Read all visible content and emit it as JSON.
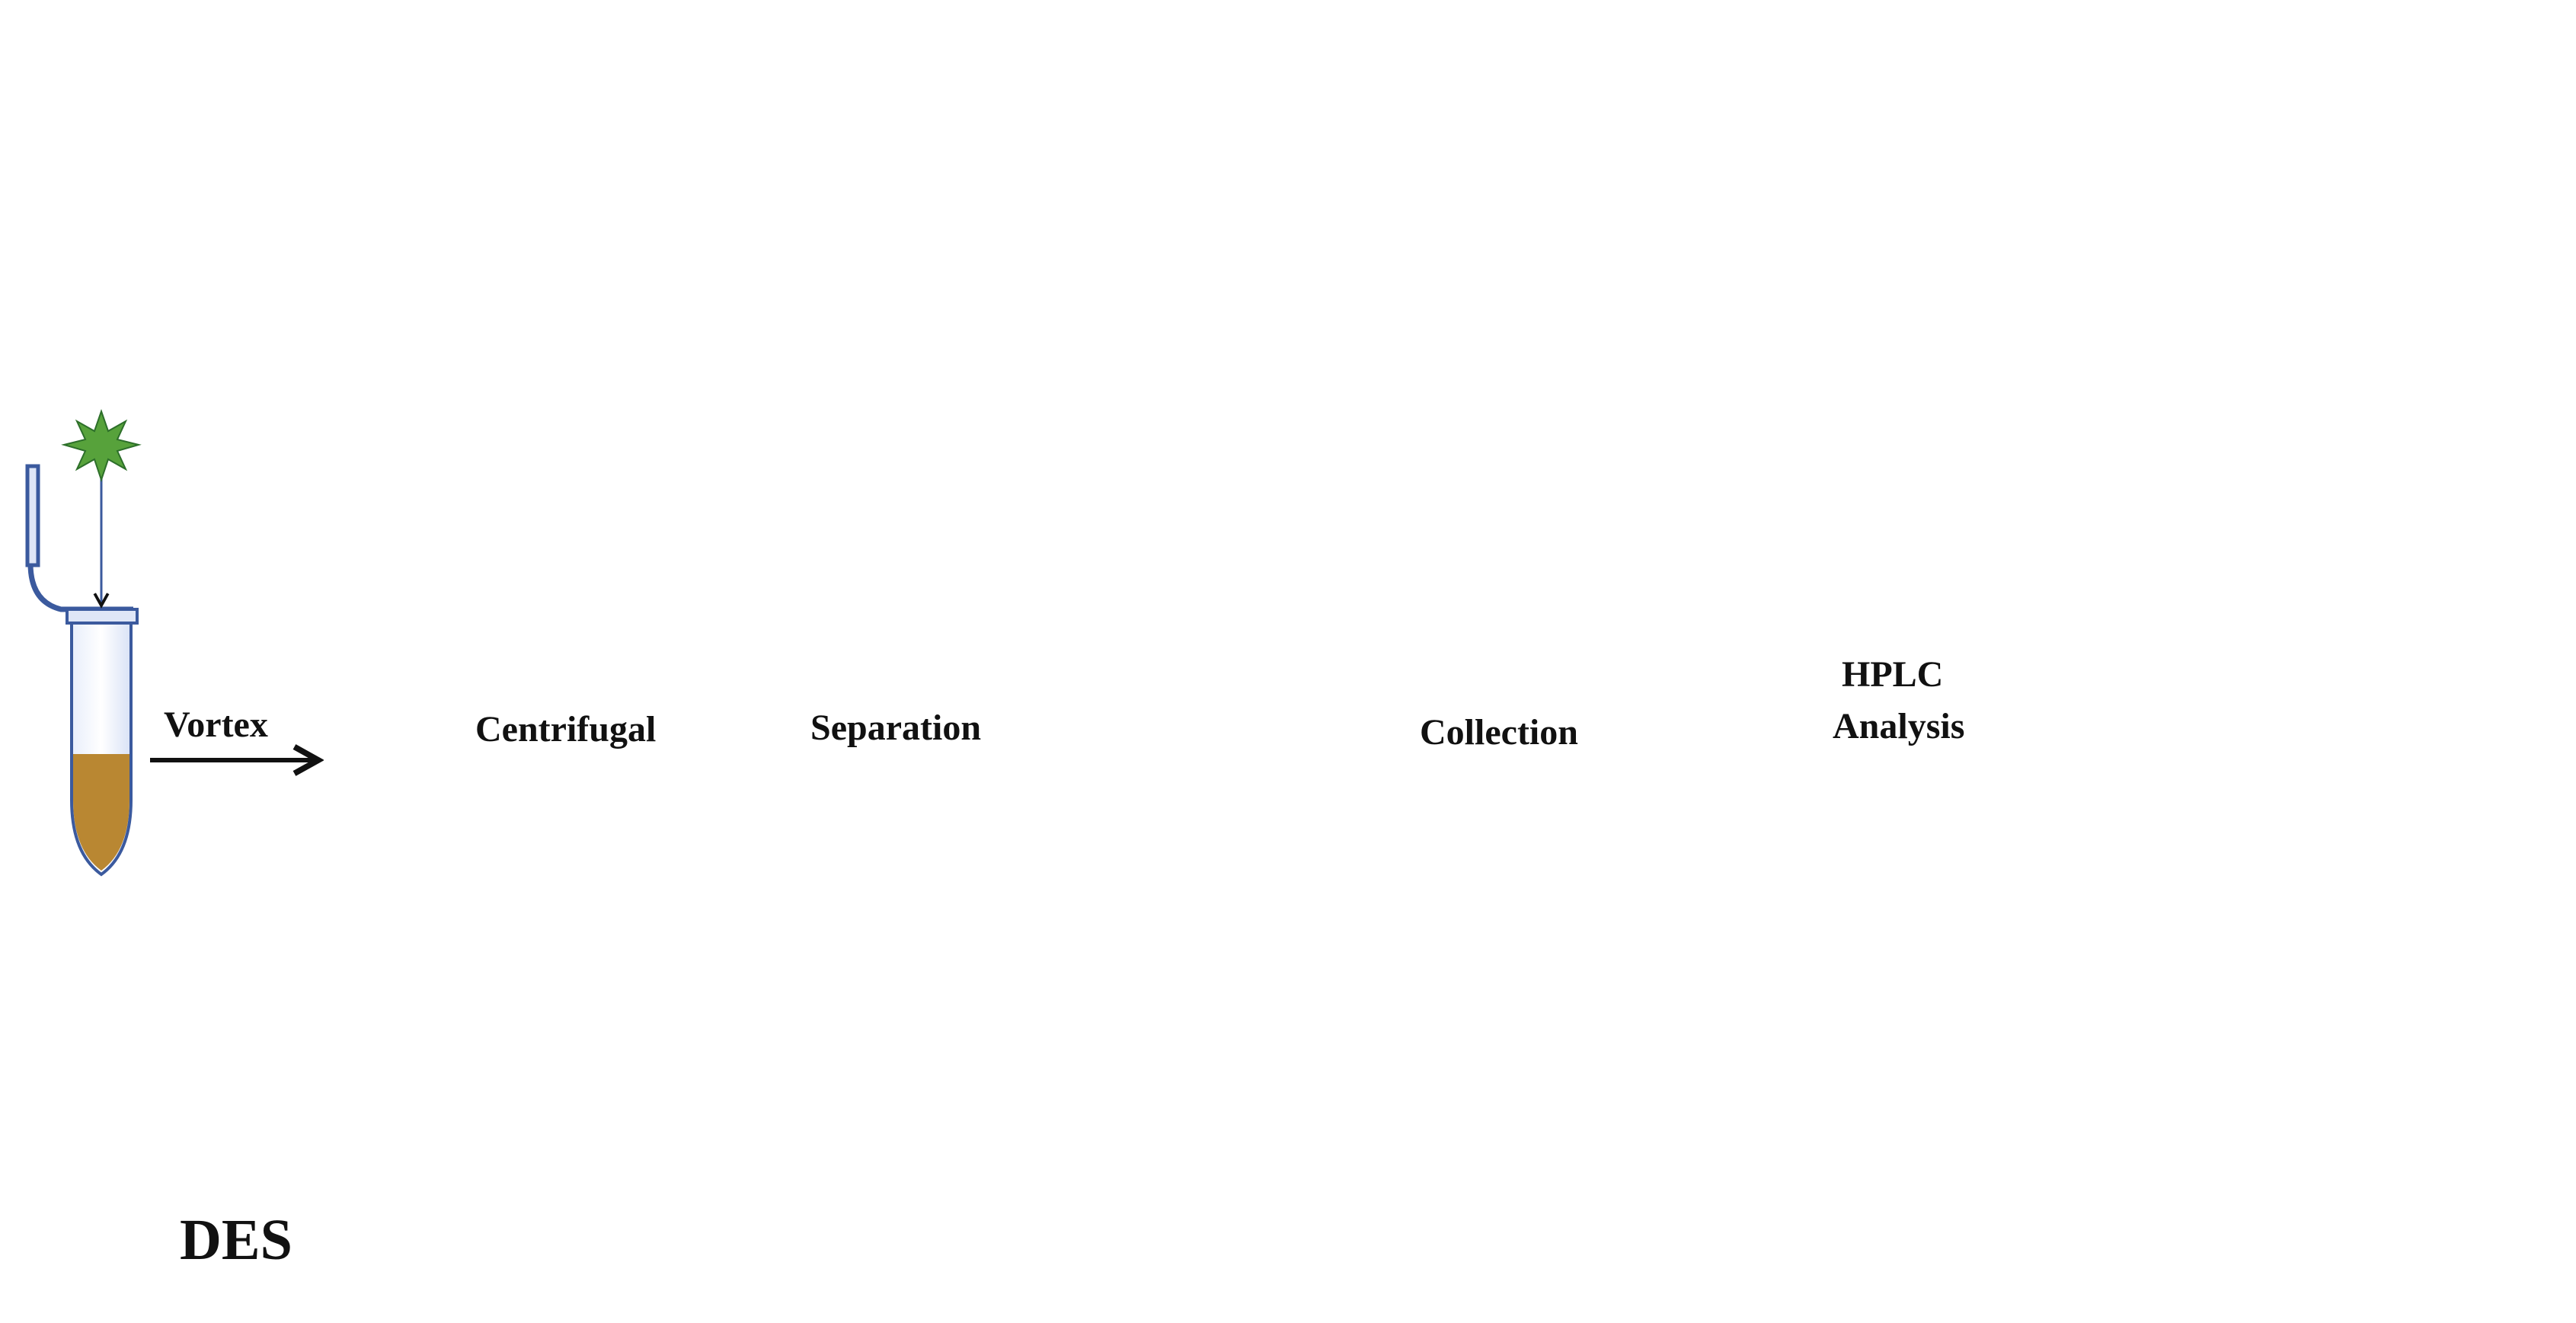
{
  "steps": {
    "vortex": "Vortex",
    "centrifugal": "Centrifugal",
    "separation": "Separation",
    "collection": "Collection",
    "hplc_line1": "HPLC",
    "hplc_line2": "Analysis"
  },
  "legend": {
    "des_label": "DES"
  },
  "colors": {
    "sample_liquid": "#B98732",
    "des_star": "#57A23B",
    "des_star_dark": "#1F5E83",
    "des_phase": "#3C6FD1",
    "tube_outline": "#3B5A9E",
    "arrow": "#111111"
  }
}
